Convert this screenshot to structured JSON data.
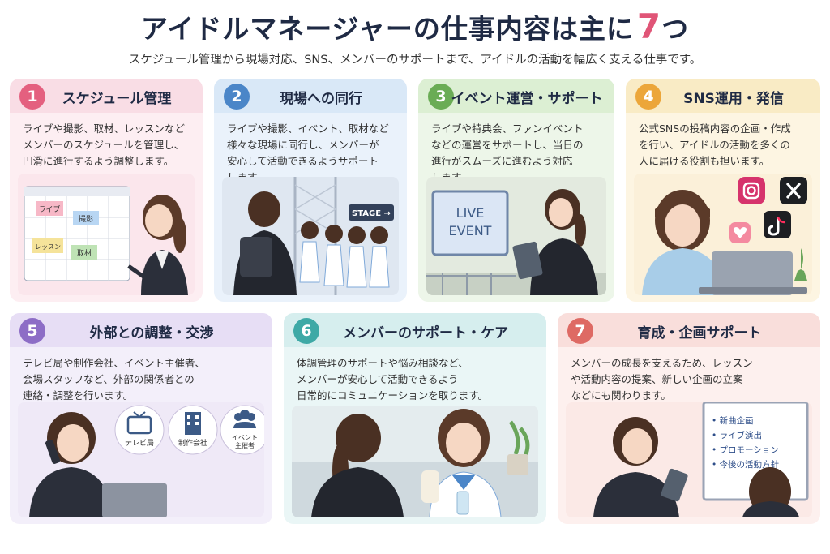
{
  "header": {
    "title_main": "アイドルマネージャーの仕事内容は主に",
    "title_number": "7",
    "title_suffix": "つ",
    "subtitle": "スケジュール管理から現場対応、SNS、メンバーのサポートまで、アイドルの活動を幅広く支える仕事です。"
  },
  "cards": [
    {
      "number": "1",
      "title": "スケジュール管理",
      "text": "ライブや撮影、取材、レッスンなど\nメンバーのスケジュールを管理し、\n円滑に進行するよう調整します。",
      "notes": [
        "ライブ",
        "撮影",
        "レッスン",
        "取材"
      ]
    },
    {
      "number": "2",
      "title": "現場への同行",
      "text": "ライブや撮影、イベント、取材など\n様々な現場に同行し、メンバーが\n安心して活動できるようサポート\nします。",
      "sign": "STAGE →"
    },
    {
      "number": "3",
      "title": "イベント運営・サポート",
      "text": "ライブや特典会、ファンイベント\nなどの運営をサポートし、当日の\n進行がスムーズに進むよう対応\nします。",
      "screen_line1": "LIVE",
      "screen_line2": "EVENT"
    },
    {
      "number": "4",
      "title": "SNS運用・発信",
      "text": "公式SNSの投稿内容の企画・作成\nを行い、アイドルの活動を多くの\n人に届ける役割も担います。",
      "icons": [
        "instagram-icon",
        "x-icon",
        "tiktok-icon",
        "heart-icon"
      ]
    },
    {
      "number": "5",
      "title": "外部との調整・交渉",
      "text": "テレビ局や制作会社、イベント主催者、\n会場スタッフなど、外部の関係者との\n連絡・調整を行います。",
      "partners": [
        "テレビ局",
        "制作会社",
        "イベント\n主催者"
      ]
    },
    {
      "number": "6",
      "title": "メンバーのサポート・ケア",
      "text": "体調管理のサポートや悩み相談など、\nメンバーが安心して活動できるよう\n日常的にコミュニケーションを取ります。"
    },
    {
      "number": "7",
      "title": "育成・企画サポート",
      "text": "メンバーの成長を支えるため、レッスン\nや活動内容の提案、新しい企画の立案\nなどにも関わります。",
      "board_items": [
        "• 新曲企画",
        "• ライブ演出",
        "• プロモーション",
        "• 今後の活動方針"
      ]
    }
  ],
  "colors": {
    "title": "#1f2a44",
    "accent": "#e05577",
    "badge1": "#e4607f",
    "badge2": "#4b86c8",
    "badge3": "#6aac55",
    "badge4": "#eca63a",
    "badge5": "#8d6dc6",
    "badge6": "#3ea9a6",
    "badge7": "#de6a64"
  }
}
